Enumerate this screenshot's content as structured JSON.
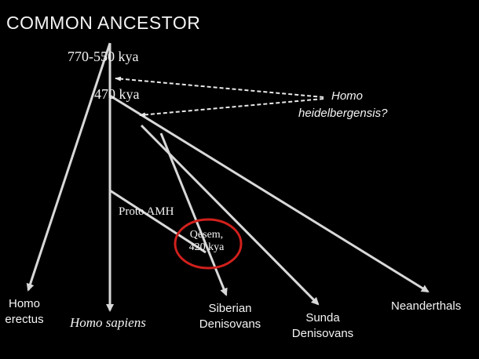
{
  "title": "COMMON ANCESTOR",
  "nodes": {
    "split1": "770-550 kya",
    "split2": "470 kya",
    "heidelbergensis": [
      "Homo",
      "heidelbergensis?"
    ],
    "proto_amh": "Proto AMH",
    "qesem": [
      "Qesem,",
      "420 kya"
    ]
  },
  "leaves": {
    "erectus": [
      "Homo",
      "erectus"
    ],
    "sapiens": "Homo sapiens",
    "siberian": [
      "Siberian",
      "Denisovans"
    ],
    "sunda": [
      "Sunda",
      "Denisovans"
    ],
    "neanderthals": "Neanderthals"
  },
  "colors": {
    "line": "#d8d8d8",
    "highlight": "#d0201c",
    "background": "#000000"
  }
}
